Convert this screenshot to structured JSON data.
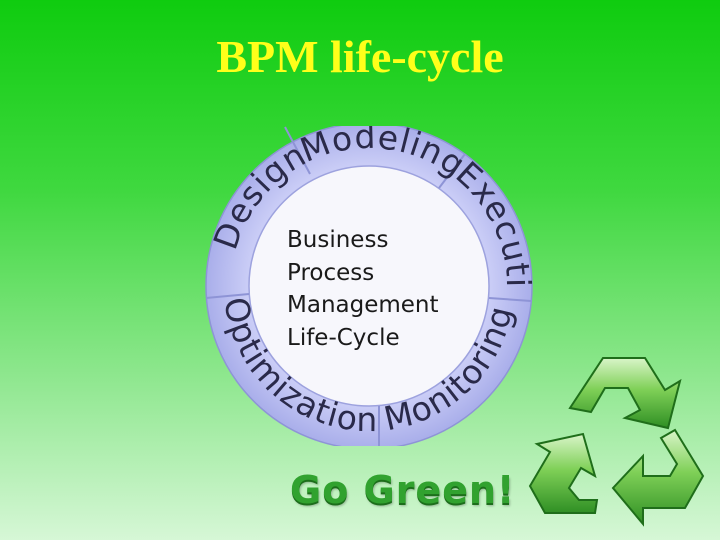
{
  "slide": {
    "title": "BPM life-cycle",
    "tagline": "Go Green!"
  },
  "cycle": {
    "center_lines": [
      "Business",
      "Process",
      "Management",
      "Life-Cycle"
    ],
    "phases": [
      "Modeling",
      "Execution",
      "Monitoring",
      "Optimization",
      "Design"
    ]
  },
  "colors": {
    "title": "#ffff1a",
    "ring": "#b3b8f2",
    "ring_text": "#2a2a4a",
    "center_fill": "#f7f7fc",
    "tagline": "#31a22f"
  },
  "icons": {
    "logo": "recycle-arrows-icon"
  }
}
